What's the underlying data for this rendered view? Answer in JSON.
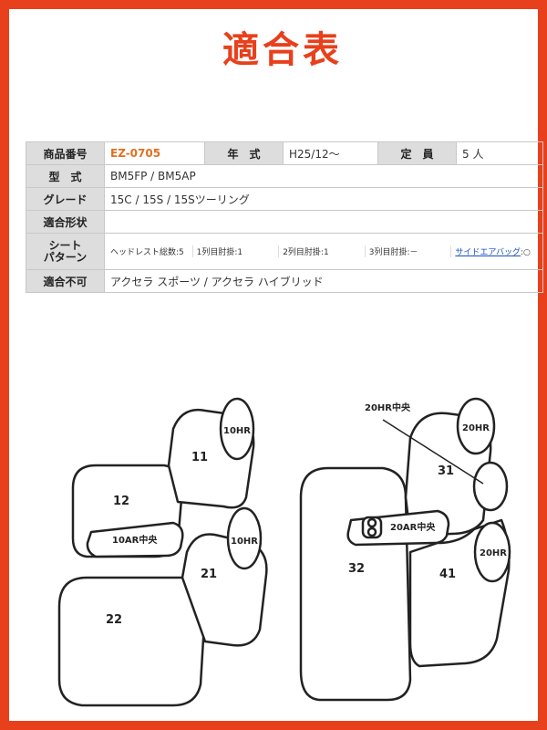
{
  "title": "適合表",
  "spec": {
    "product_label": "商品番号",
    "product_value": "EZ-0705",
    "year_label": "年　式",
    "year_value": "H25/12～",
    "capacity_label": "定　員",
    "capacity_value": "5 人",
    "model_label": "型　式",
    "model_value": "BM5FP / BM5AP",
    "grade_label": "グレード",
    "grade_value": "15C / 15S / 15Sツーリング",
    "fit_label": "適合形状",
    "fit_value": "",
    "pattern_label": "シート\nパターン",
    "pattern_items": [
      "ヘッドレスト総数:5",
      "1列目肘掛:1",
      "2列目肘掛:1",
      "3列目肘掛:－"
    ],
    "airbag_link": "サイドエアバッグ",
    "airbag_value": ":○",
    "incompatible_label": "適合不可",
    "incompatible_value": "アクセラ スポーツ / アクセラ ハイブリッド"
  },
  "diagram": {
    "labels": {
      "s11": "11",
      "s12": "12",
      "s21": "21",
      "s22": "22",
      "s31": "31",
      "s32": "32",
      "s41": "41",
      "hr_front_top": "10HR",
      "hr_front_right": "10HR",
      "armrest_front": "10AR中央",
      "hr_rear_top": "20HR",
      "hr_rear_bottom": "20HR",
      "hr_center_note": "20HR中央",
      "armrest_rear": "20AR中央"
    }
  }
}
